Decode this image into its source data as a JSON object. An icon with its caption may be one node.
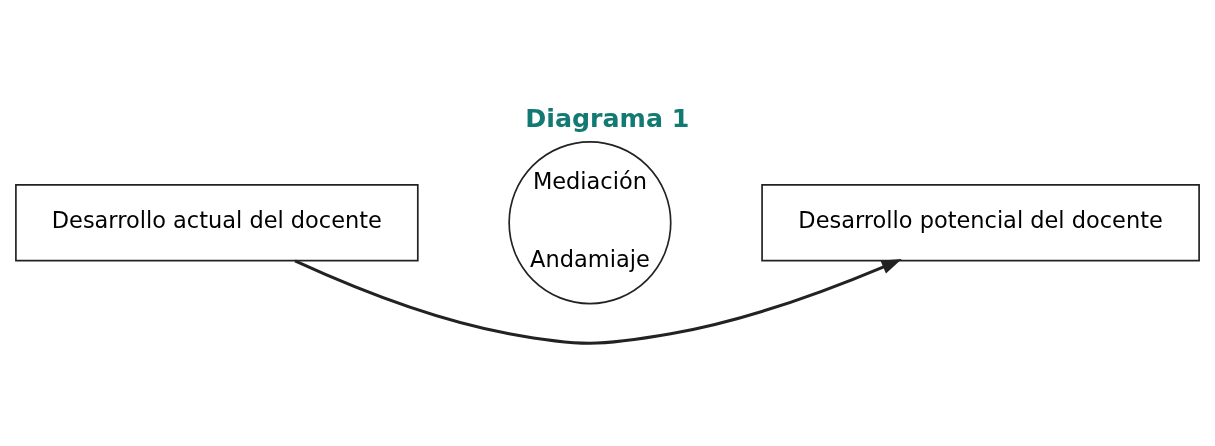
{
  "diagram": {
    "title": "Diagrama 1",
    "nodes": [
      {
        "text": [
          "Desarrollo actual del docente"
        ]
      },
      {
        "text": [
          "Mediación",
          "Andamiaje"
        ]
      },
      {
        "text": [
          "Desarrollo potencial del docente"
        ]
      }
    ],
    "edges": [
      {
        "from": 0,
        "to": 2,
        "arrow": "to"
      }
    ]
  }
}
